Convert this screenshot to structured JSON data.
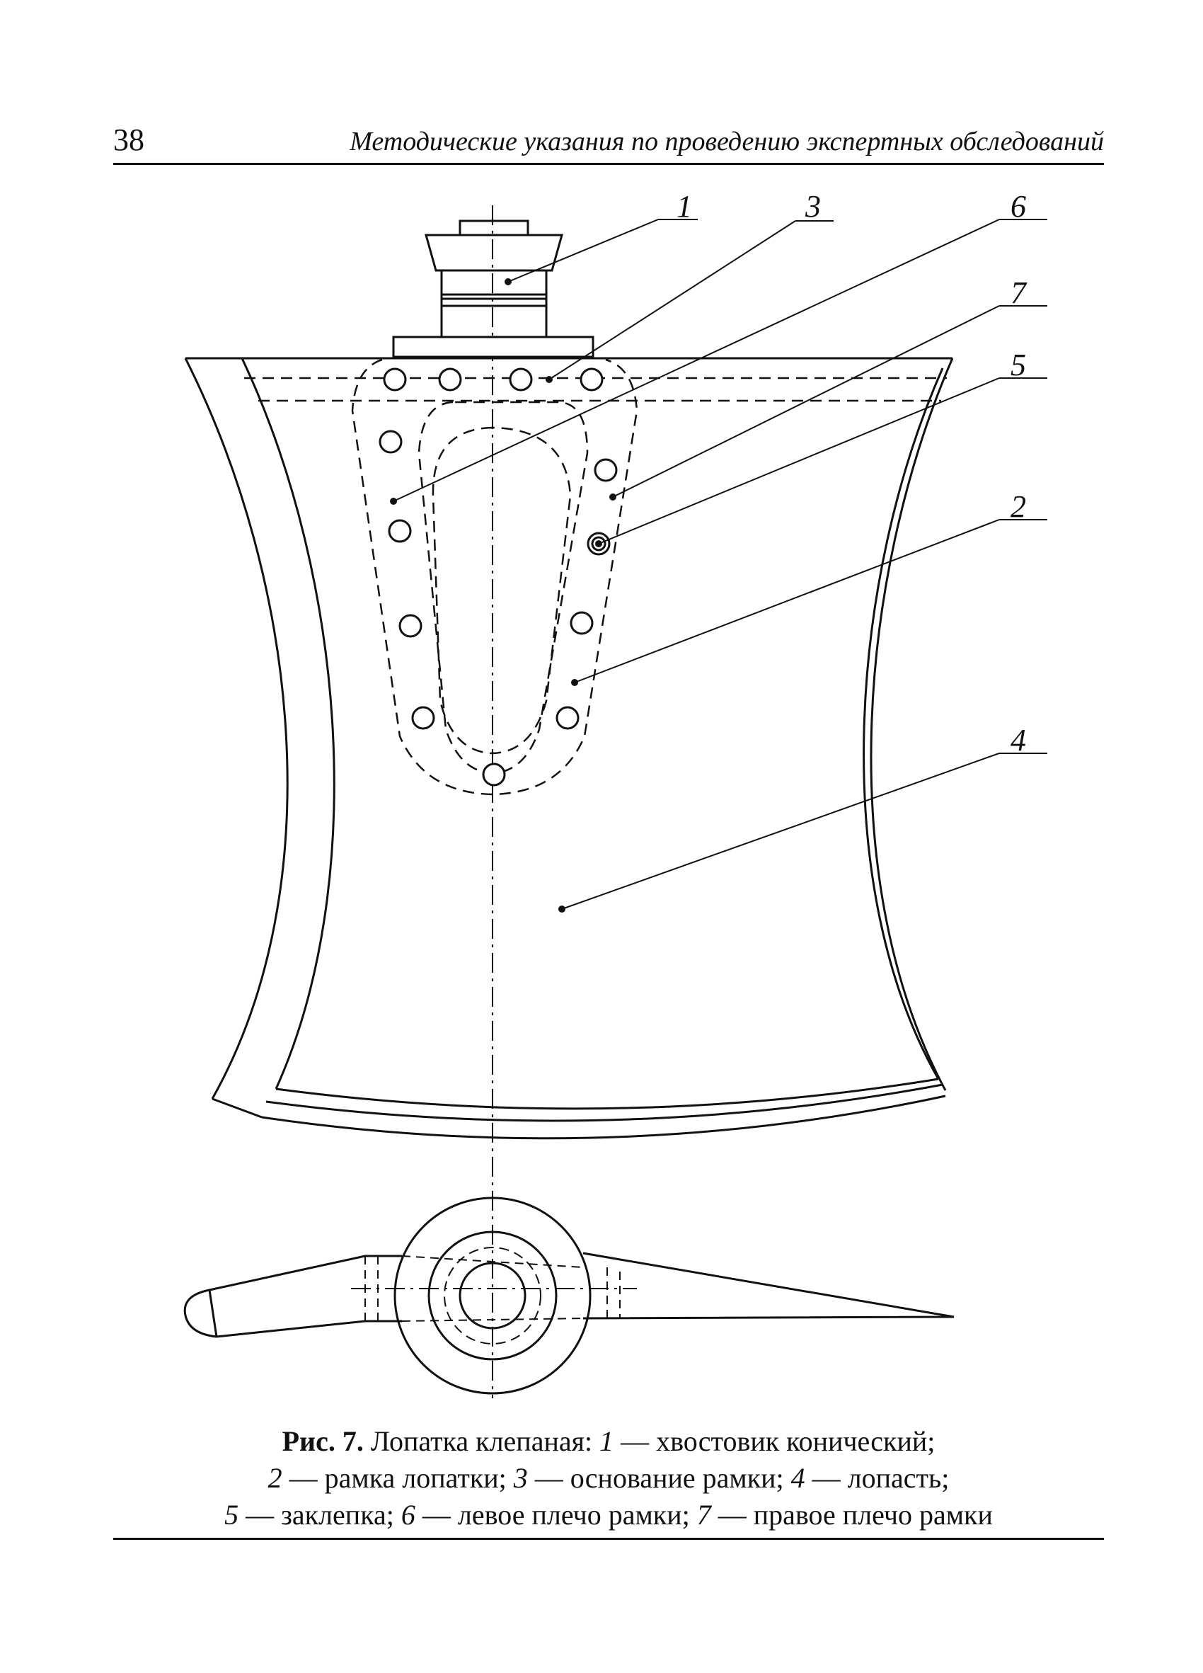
{
  "header": {
    "page_number": "38",
    "running_title": "Методические указания по проведению экспертных обследований"
  },
  "figure": {
    "callouts": [
      "1",
      "3",
      "6",
      "7",
      "5",
      "2",
      "4"
    ]
  },
  "caption": {
    "prefix": "Рис. 7.",
    "title": " Лопатка клепаная: ",
    "items": [
      {
        "num": "1",
        "text": " — хвостовик конический;"
      },
      {
        "num": "2",
        "text": " — рамка лопатки; "
      },
      {
        "num": "3",
        "text": " — основание рамки; "
      },
      {
        "num": "4",
        "text": " — лопасть;"
      },
      {
        "num": "5",
        "text": " — заклепка; "
      },
      {
        "num": "6",
        "text": " — левое плечо рамки; "
      },
      {
        "num": "7",
        "text": " — правое плечо рамки"
      }
    ]
  }
}
